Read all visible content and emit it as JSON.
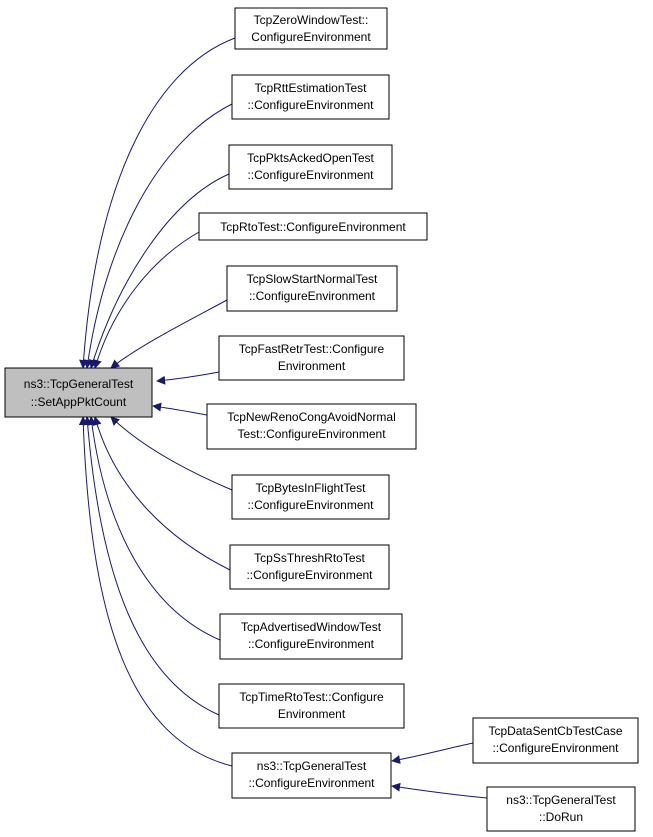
{
  "graph": {
    "colors": {
      "edge": "#191970",
      "node_border": "#000000",
      "focus_fill": "#bfbfbf",
      "node_fill": "#ffffff"
    },
    "focus": {
      "id": "root",
      "lines": [
        "ns3::TcpGeneralTest",
        "::SetAppPktCount"
      ]
    },
    "nodes": [
      {
        "id": "n1",
        "lines": [
          "TcpZeroWindowTest::",
          "ConfigureEnvironment"
        ]
      },
      {
        "id": "n2",
        "lines": [
          "TcpRttEstimationTest",
          "::ConfigureEnvironment"
        ]
      },
      {
        "id": "n3",
        "lines": [
          "TcpPktsAckedOpenTest",
          "::ConfigureEnvironment"
        ]
      },
      {
        "id": "n4",
        "lines": [
          "TcpRtoTest::ConfigureEnvironment"
        ]
      },
      {
        "id": "n5",
        "lines": [
          "TcpSlowStartNormalTest",
          "::ConfigureEnvironment"
        ]
      },
      {
        "id": "n6",
        "lines": [
          "TcpFastRetrTest::Configure",
          "Environment"
        ]
      },
      {
        "id": "n7",
        "lines": [
          "TcpNewRenoCongAvoidNormal",
          "Test::ConfigureEnvironment"
        ]
      },
      {
        "id": "n8",
        "lines": [
          "TcpBytesInFlightTest",
          "::ConfigureEnvironment"
        ]
      },
      {
        "id": "n9",
        "lines": [
          "TcpSsThreshRtoTest",
          "::ConfigureEnvironment"
        ]
      },
      {
        "id": "n10",
        "lines": [
          "TcpAdvertisedWindowTest",
          "::ConfigureEnvironment"
        ]
      },
      {
        "id": "n11",
        "lines": [
          "TcpTimeRtoTest::Configure",
          "Environment"
        ]
      },
      {
        "id": "n12",
        "lines": [
          "ns3::TcpGeneralTest",
          "::ConfigureEnvironment"
        ]
      },
      {
        "id": "n13",
        "lines": [
          "TcpDataSentCbTestCase",
          "::ConfigureEnvironment"
        ]
      },
      {
        "id": "n14",
        "lines": [
          "ns3::TcpGeneralTest",
          "::DoRun"
        ]
      }
    ],
    "edges": [
      {
        "from": "n1",
        "to": "root"
      },
      {
        "from": "n2",
        "to": "root"
      },
      {
        "from": "n3",
        "to": "root"
      },
      {
        "from": "n4",
        "to": "root"
      },
      {
        "from": "n5",
        "to": "root"
      },
      {
        "from": "n6",
        "to": "root"
      },
      {
        "from": "n7",
        "to": "root"
      },
      {
        "from": "n8",
        "to": "root"
      },
      {
        "from": "n9",
        "to": "root"
      },
      {
        "from": "n10",
        "to": "root"
      },
      {
        "from": "n11",
        "to": "root"
      },
      {
        "from": "n12",
        "to": "root"
      },
      {
        "from": "n13",
        "to": "n12"
      },
      {
        "from": "n14",
        "to": "n12"
      }
    ]
  }
}
